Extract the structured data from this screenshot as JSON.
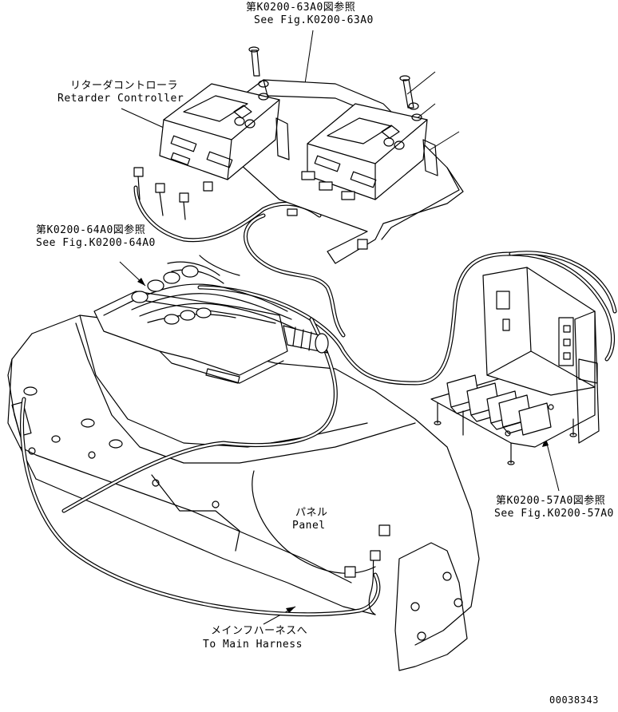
{
  "labels": {
    "fig_63a0_jp": "第K0200-63A0図参照",
    "fig_63a0_en": "See Fig.K0200-63A0",
    "retarder_jp": "リターダコントローラ",
    "retarder_en": "Retarder Controller",
    "fig_64a0_jp": "第K0200-64A0図参照",
    "fig_64a0_en": "See Fig.K0200-64A0",
    "fig_57a0_jp": "第K0200-57A0図参照",
    "fig_57a0_en": "See Fig.K0200-57A0",
    "panel_jp": "パネル",
    "panel_en": "Panel",
    "main_harness_jp": "メインフハーネスへ",
    "main_harness_en": "To Main Harness",
    "drawing_number": "00038343"
  },
  "colors": {
    "line": "#000000",
    "background": "#ffffff"
  }
}
